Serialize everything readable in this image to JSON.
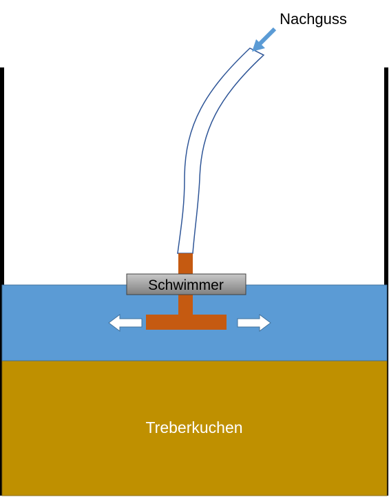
{
  "labels": {
    "inflow": "Nachguss",
    "float": "Schwimmer",
    "grain_cake": "Treberkuchen"
  },
  "colors": {
    "wall": "#000000",
    "water": "#5b9bd5",
    "water_edge": "#41719c",
    "grain": "#bf9000",
    "grain_edge": "#8a6a10",
    "pipe": "#c55a11",
    "float_top": "#bfbfbf",
    "float_bottom": "#7f7f7f",
    "hose_stroke": "#2e5597",
    "arrow_in": "#5b9bd5"
  },
  "icons": {
    "inflow_arrow": "arrow-down-left-icon",
    "flow_left": "arrow-left-icon",
    "flow_right": "arrow-right-icon"
  }
}
